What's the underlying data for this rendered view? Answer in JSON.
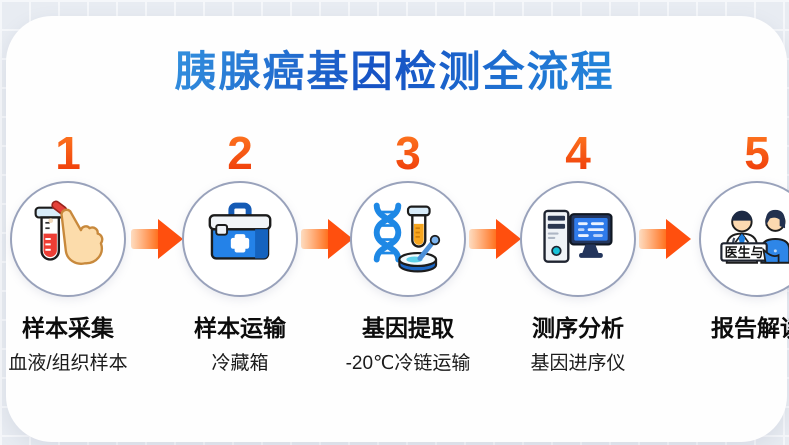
{
  "title": "胰腺癌基因检测全流程",
  "steps": [
    {
      "number": "1",
      "label": "样本采集",
      "sublabel": "血液/组织样本",
      "icon": "blood-sample-icon"
    },
    {
      "number": "2",
      "label": "样本运输",
      "sublabel": "冷藏箱",
      "icon": "cooler-box-icon"
    },
    {
      "number": "3",
      "label": "基因提取",
      "sublabel": "-20℃冷链运输",
      "icon": "dna-extraction-icon"
    },
    {
      "number": "4",
      "label": "测序分析",
      "sublabel": "基因进序仪",
      "icon": "sequencing-computer-icon"
    },
    {
      "number": "5",
      "label": "报告解读",
      "sublabel": "",
      "icon": "doctor-consult-icon",
      "sign_text": "医生与"
    }
  ],
  "colors": {
    "title_gradient_start": "#45b9ef",
    "title_gradient_end": "#1652c4",
    "step_number_orange": "#f4490f",
    "arrow_orange": "#ff4f0e",
    "circle_border": "#99a2bb",
    "card_background": "#fefefe",
    "page_background": "#e8ecf2"
  }
}
